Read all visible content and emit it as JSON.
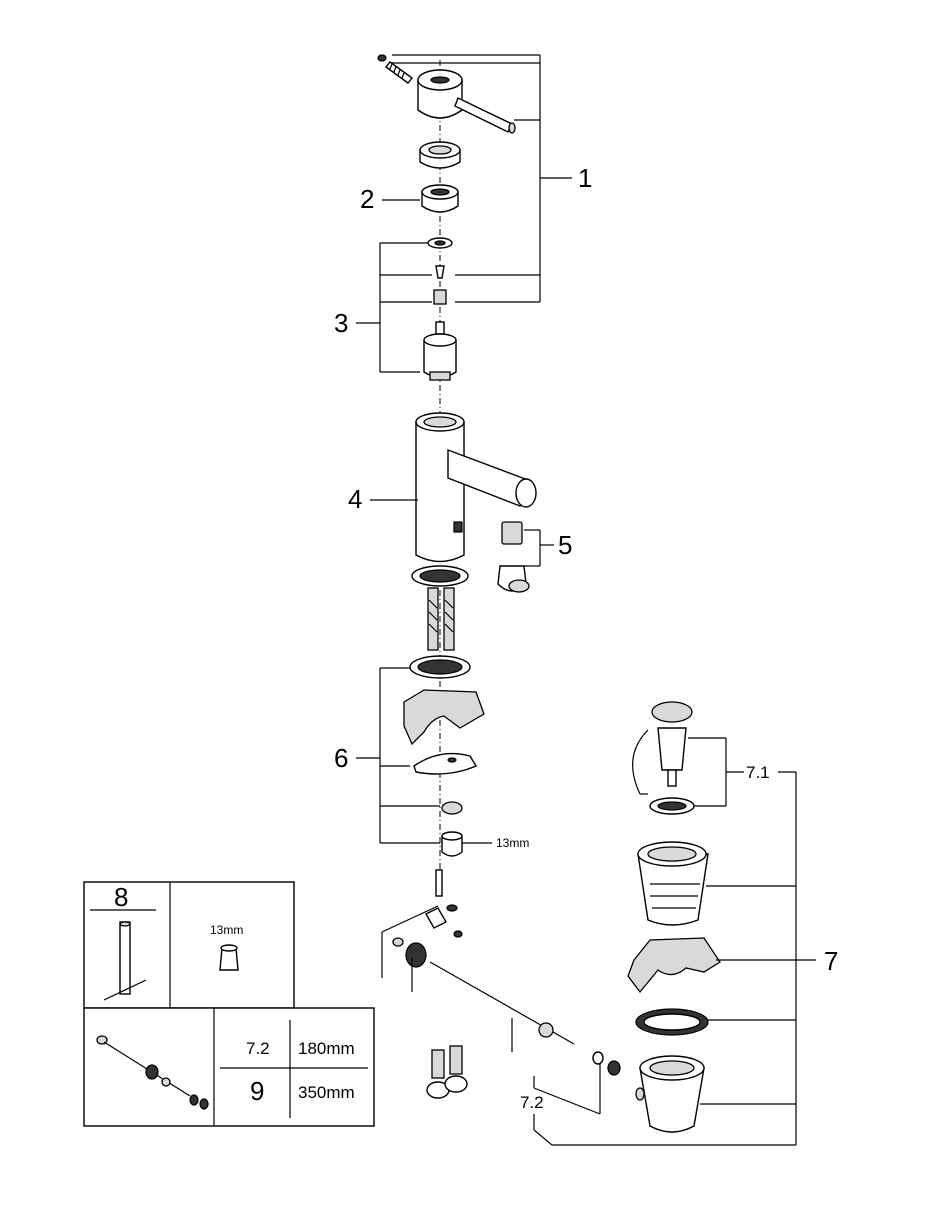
{
  "callouts": {
    "c1": "1",
    "c2": "2",
    "c3": "3",
    "c4": "4",
    "c5": "5",
    "c6": "6",
    "c7": "7",
    "c71": "7.1",
    "c72": "7.2"
  },
  "dimension_13mm": "13mm",
  "tool_table": {
    "tool_number": "8",
    "wrench_size": "13mm",
    "rows": [
      {
        "item": "7.2",
        "length": "180mm"
      },
      {
        "item": "9",
        "length": "350mm"
      }
    ]
  }
}
